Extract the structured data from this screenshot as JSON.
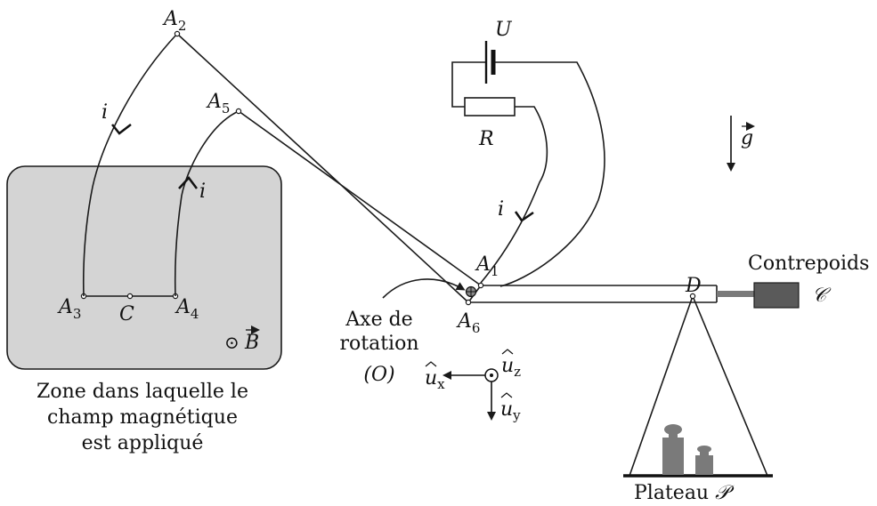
{
  "zone": {
    "caption_line1": "Zone dans laquelle le",
    "caption_line2": "champ magnétique",
    "caption_line3": "est appliqué",
    "field_symbol": "B",
    "field_marker": "⊙",
    "fill_color": "#d4d4d4"
  },
  "points": {
    "A1": {
      "letter": "A",
      "index": "1"
    },
    "A2": {
      "letter": "A",
      "index": "2"
    },
    "A3": {
      "letter": "A",
      "index": "3"
    },
    "A4": {
      "letter": "A",
      "index": "4"
    },
    "A5": {
      "letter": "A",
      "index": "5"
    },
    "A6": {
      "letter": "A",
      "index": "6"
    },
    "C": "C",
    "D": "D"
  },
  "circuit": {
    "generator_label": "U",
    "resistor_label": "R",
    "current_label": "i"
  },
  "axis": {
    "line1": "Axe de",
    "line2": "rotation",
    "line3": "(O)"
  },
  "gravity": {
    "symbol": "g"
  },
  "basis": {
    "ux": {
      "letter": "u",
      "index": "x"
    },
    "uy": {
      "letter": "u",
      "index": "y"
    },
    "uz": {
      "letter": "u",
      "index": "z"
    }
  },
  "counterweight": {
    "label": "Contrepoids",
    "symbol": "𝒞",
    "color": "#5a5a5a"
  },
  "plate": {
    "label": "Plateau",
    "symbol": "𝒫",
    "weight_color": "#7a7a7a"
  }
}
